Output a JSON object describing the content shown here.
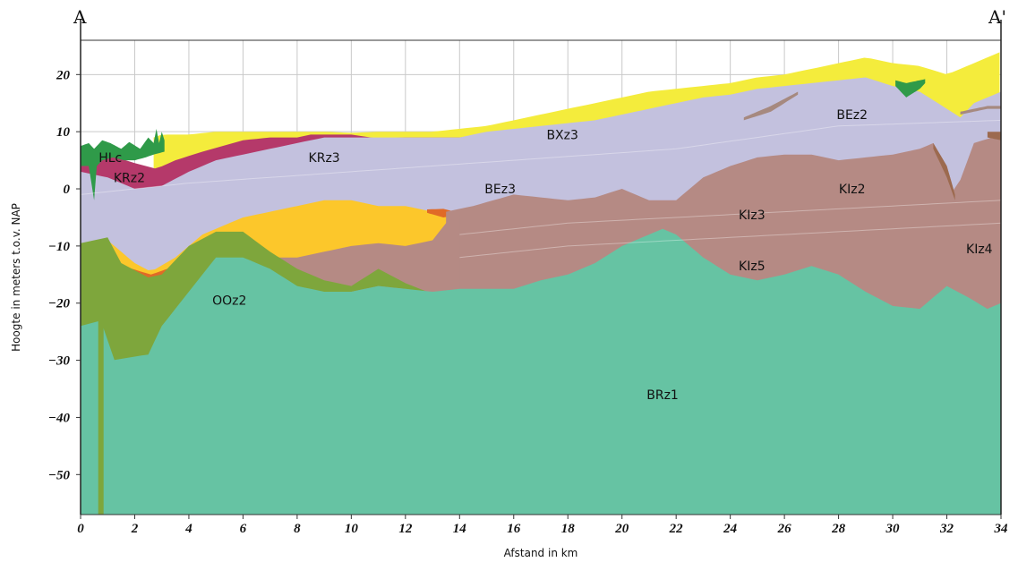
{
  "chart_data": {
    "type": "area",
    "subtype": "geological cross-section",
    "xlabel": "Afstand in km",
    "ylabel": "Hoogte in meters t.o.v. NAP",
    "xlim": [
      0,
      34
    ],
    "ylim": [
      -57,
      26
    ],
    "x_ticks": [
      0,
      2,
      4,
      6,
      8,
      10,
      12,
      14,
      16,
      18,
      20,
      22,
      24,
      26,
      28,
      30,
      32,
      34
    ],
    "y_ticks": [
      20,
      10,
      0,
      -10,
      -20,
      -30,
      -40,
      -50
    ],
    "grid": true,
    "section_start_label": "A",
    "section_end_label": "A'",
    "colors": {
      "BRz1": "#66c3a3",
      "OOz2": "#7ea63c",
      "KIz": "#b58a84",
      "BEz": "#c3c1de",
      "KRz": "#b5396a",
      "BXz3": "#f4ec3c",
      "yellow_sand": "#fcc72b",
      "HLc": "#2f9a49",
      "orange": "#e06a27",
      "brown": "#9c6a4f"
    },
    "units": [
      {
        "name": "BRz1",
        "label_x": 21.5,
        "label_y": -36,
        "top": [
          [
            0,
            -24
          ],
          [
            0.8,
            -23
          ],
          [
            1.2,
            -30
          ],
          [
            1.8,
            -29.5
          ],
          [
            2.5,
            -29
          ],
          [
            3,
            -24
          ],
          [
            4,
            -18
          ],
          [
            5,
            -12
          ],
          [
            6,
            -12
          ],
          [
            7,
            -14
          ],
          [
            8,
            -17
          ],
          [
            9,
            -18
          ],
          [
            10,
            -18
          ],
          [
            11,
            -17
          ],
          [
            12,
            -17.5
          ],
          [
            13,
            -18
          ],
          [
            14,
            -17.5
          ],
          [
            15,
            -17.5
          ],
          [
            16,
            -17.5
          ],
          [
            17,
            -16
          ],
          [
            18,
            -15
          ],
          [
            19,
            -13
          ],
          [
            20,
            -10
          ],
          [
            21,
            -8
          ],
          [
            21.5,
            -7
          ],
          [
            22,
            -8
          ],
          [
            23,
            -12
          ],
          [
            24,
            -15
          ],
          [
            25,
            -16
          ],
          [
            26,
            -15
          ],
          [
            27,
            -13.5
          ],
          [
            28,
            -15
          ],
          [
            29,
            -18
          ],
          [
            30,
            -20.5
          ],
          [
            31,
            -21
          ],
          [
            32,
            -17
          ],
          [
            32.8,
            -19
          ],
          [
            33.5,
            -21
          ],
          [
            34,
            -20
          ]
        ]
      },
      {
        "name": "OOz2",
        "label_x": 5.5,
        "label_y": -19.5,
        "top": [
          [
            0,
            -9.5
          ],
          [
            1,
            -8.5
          ],
          [
            1.5,
            -13
          ],
          [
            2.5,
            -15.5
          ],
          [
            3,
            -15
          ],
          [
            4,
            -10
          ],
          [
            5,
            -7.5
          ],
          [
            6,
            -7.5
          ],
          [
            7,
            -11
          ],
          [
            8,
            -14
          ],
          [
            9,
            -16
          ],
          [
            10,
            -17
          ],
          [
            11,
            -14
          ],
          [
            12,
            -16.5
          ],
          [
            12.8,
            -18
          ],
          [
            14,
            -17.5
          ],
          [
            34,
            -20
          ]
        ],
        "base": [
          [
            0,
            -57
          ],
          [
            1.7,
            -57
          ],
          [
            2.5,
            -50
          ],
          [
            3,
            -45
          ],
          [
            4,
            -36
          ],
          [
            5,
            -31
          ],
          [
            6,
            -26
          ],
          [
            7,
            -23
          ],
          [
            8,
            -20
          ],
          [
            9,
            -19
          ],
          [
            10,
            -18
          ],
          [
            11,
            -17
          ],
          [
            12,
            -17.5
          ],
          [
            12.8,
            -18
          ]
        ]
      },
      {
        "name": "KIz2",
        "label_x": 28.5,
        "label_y": 0,
        "top": [
          [
            13.5,
            -4
          ],
          [
            14.5,
            -3
          ],
          [
            16,
            -1
          ],
          [
            18,
            -2
          ],
          [
            19,
            -1.5
          ],
          [
            20,
            0
          ],
          [
            21,
            -2
          ],
          [
            22,
            -2
          ],
          [
            23,
            2
          ],
          [
            24,
            4
          ],
          [
            25,
            5.5
          ],
          [
            26,
            6
          ],
          [
            27,
            6
          ],
          [
            28,
            5
          ],
          [
            29,
            5.5
          ],
          [
            30,
            6
          ],
          [
            31,
            7
          ],
          [
            31.5,
            8
          ],
          [
            32,
            4
          ],
          [
            32.3,
            -1
          ],
          [
            33,
            8
          ],
          [
            34,
            9.5
          ]
        ]
      },
      {
        "name": "KIz3",
        "label_x": 24.8,
        "label_y": -4.5
      },
      {
        "name": "KIz5",
        "label_x": 24.8,
        "label_y": -13.5
      },
      {
        "name": "KIz4",
        "label_x": 33.2,
        "label_y": -10.5
      },
      {
        "name": "BEz3",
        "label_x": 15.5,
        "label_y": 0,
        "top": [
          [
            0,
            3
          ],
          [
            1,
            2
          ],
          [
            2,
            0
          ],
          [
            3,
            0.5
          ],
          [
            4,
            3
          ],
          [
            5,
            5
          ],
          [
            6,
            6
          ],
          [
            7,
            7
          ],
          [
            8,
            8
          ],
          [
            9,
            9
          ],
          [
            10,
            9
          ],
          [
            11,
            9
          ],
          [
            12,
            9
          ],
          [
            13,
            9
          ],
          [
            14,
            9
          ],
          [
            15,
            10
          ],
          [
            16,
            10.5
          ],
          [
            17,
            11
          ],
          [
            18,
            11.5
          ],
          [
            19,
            12
          ],
          [
            20,
            13
          ],
          [
            21,
            14
          ],
          [
            22,
            15
          ],
          [
            23,
            16
          ],
          [
            24,
            16.5
          ],
          [
            25,
            17.5
          ],
          [
            26,
            18
          ],
          [
            27,
            18.5
          ],
          [
            28,
            19
          ],
          [
            29,
            19.5
          ],
          [
            30,
            18
          ],
          [
            31,
            17
          ],
          [
            32,
            14
          ],
          [
            32.5,
            12.5
          ],
          [
            33,
            15
          ],
          [
            34,
            17
          ]
        ]
      },
      {
        "name": "BEz2",
        "label_x": 28.5,
        "label_y": 13
      },
      {
        "name": "KRz2",
        "label_x": 1.8,
        "label_y": 2,
        "top": [
          [
            0,
            7.5
          ],
          [
            1,
            6
          ],
          [
            2,
            4.5
          ],
          [
            2.8,
            3.5
          ],
          [
            3.5,
            5
          ],
          [
            4.5,
            6.5
          ],
          [
            6,
            8.5
          ],
          [
            7,
            9
          ],
          [
            8,
            9
          ],
          [
            8.5,
            9.5
          ],
          [
            10,
            9.5
          ],
          [
            11,
            8.8
          ],
          [
            12,
            9
          ],
          [
            13,
            9
          ],
          [
            14,
            9
          ],
          [
            15,
            9.5
          ],
          [
            16,
            10
          ],
          [
            16.2,
            8
          ]
        ]
      },
      {
        "name": "KRz3",
        "label_x": 9,
        "label_y": 5.5
      },
      {
        "name": "BXz3",
        "label_x": 17.8,
        "label_y": 9.5,
        "top": [
          [
            2.7,
            9
          ],
          [
            3,
            9.5
          ],
          [
            4,
            9.5
          ],
          [
            5,
            10
          ],
          [
            6,
            10
          ],
          [
            7,
            10
          ],
          [
            8,
            10
          ],
          [
            9,
            10
          ],
          [
            10,
            9.8
          ],
          [
            11,
            10
          ],
          [
            12,
            10
          ],
          [
            13,
            10
          ],
          [
            14,
            10.5
          ],
          [
            15,
            11
          ],
          [
            16,
            12
          ],
          [
            17,
            13
          ],
          [
            18,
            14
          ],
          [
            19,
            15
          ],
          [
            20,
            16
          ],
          [
            21,
            17
          ],
          [
            22,
            17.5
          ],
          [
            23,
            18
          ],
          [
            24,
            18.5
          ],
          [
            25,
            19.5
          ],
          [
            26,
            20
          ],
          [
            27,
            21
          ],
          [
            28,
            22
          ],
          [
            29,
            23
          ],
          [
            30,
            22
          ],
          [
            31,
            21.5
          ],
          [
            32,
            20
          ],
          [
            33,
            22
          ],
          [
            34,
            24
          ]
        ]
      },
      {
        "name": "HLc",
        "label_x": 1.1,
        "label_y": 5.5
      }
    ]
  }
}
